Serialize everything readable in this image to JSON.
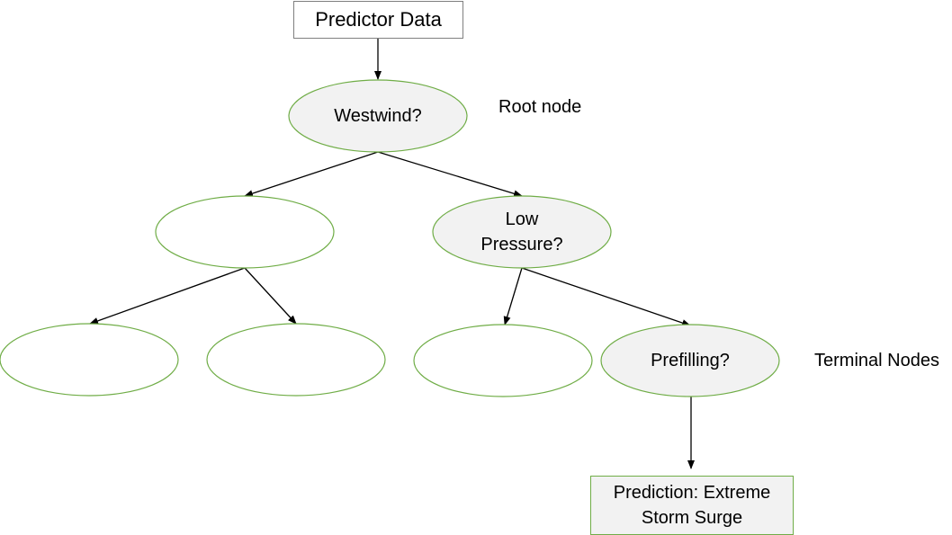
{
  "colors": {
    "node_border": "#70ad47",
    "decision_fill": "#f2f2f2",
    "empty_fill": "#ffffff",
    "edge": "#000000",
    "input_box_border": "#7f7f7f"
  },
  "input_box": {
    "label": "Predictor Data"
  },
  "nodes": {
    "root": {
      "label": "Westwind?"
    },
    "low_pressure": {
      "line1": "Low",
      "line2": "Pressure?"
    },
    "prefilling": {
      "label": "Prefilling?"
    }
  },
  "annotations": {
    "root": "Root node",
    "terminal": "Terminal Nodes"
  },
  "prediction_box": {
    "line1": "Prediction: Extreme",
    "line2": "Storm Surge"
  }
}
